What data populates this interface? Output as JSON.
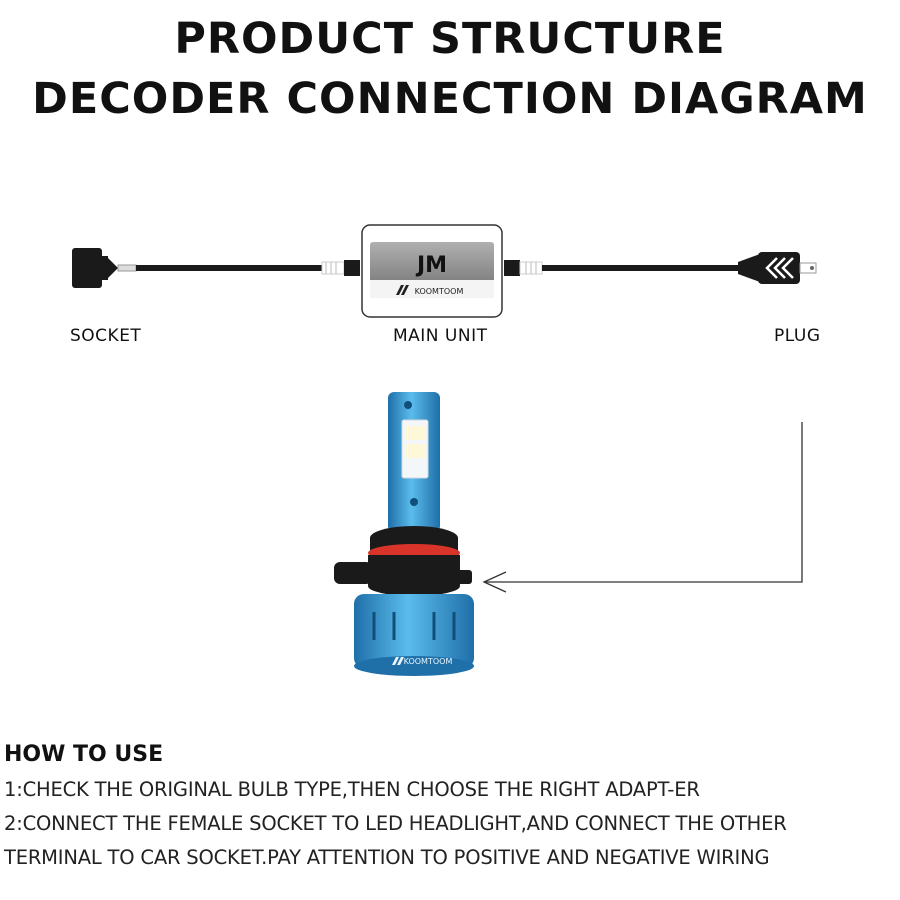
{
  "header": {
    "title_line1": "PRODUCT STRUCTURE",
    "title_line2": "DECODER CONNECTION DIAGRAM"
  },
  "diagram": {
    "socket_label": "SOCKET",
    "main_unit_label": "MAIN UNIT",
    "plug_label": "PLUG",
    "decoder_model": "JM",
    "brand": "KOOMTOOM",
    "bulb_brand": "KOOMTOOM",
    "colors": {
      "bulb_blue": "#3a9fd8",
      "bulb_dark_blue": "#1f6fa8",
      "red_ring": "#d8342a",
      "cable": "#1a1a1a",
      "module_gray": "#8a8a8a"
    }
  },
  "instructions": {
    "heading": "HOW TO USE",
    "steps": [
      "1:CHECK THE ORIGINAL BULB TYPE,THEN CHOOSE THE RIGHT ADAPT-ER",
      "2:CONNECT THE FEMALE SOCKET TO LED HEADLIGHT,AND CONNECT THE OTHER",
      "TERMINAL TO CAR SOCKET.PAY ATTENTION TO POSITIVE AND NEGATIVE WIRING"
    ]
  }
}
